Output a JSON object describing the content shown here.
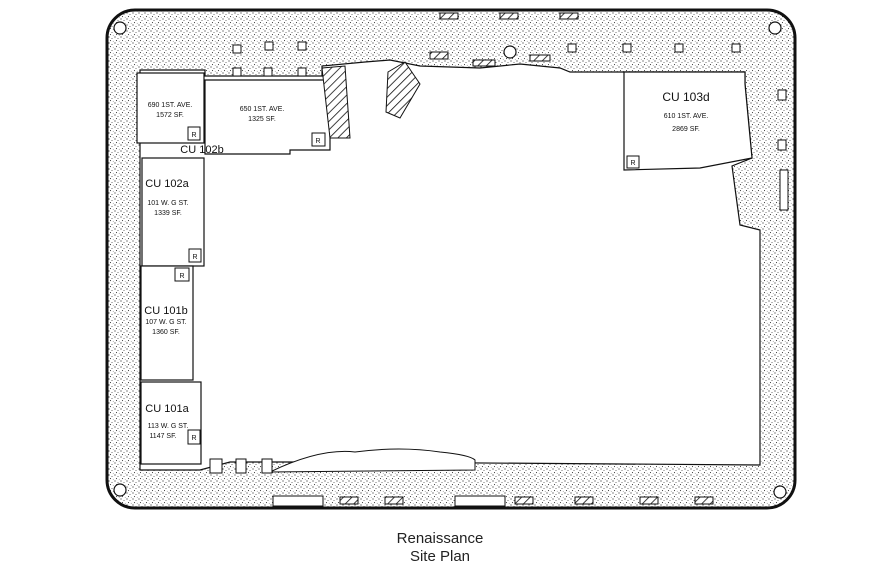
{
  "caption": {
    "line1": "Renaissance",
    "line2": "Site Plan"
  },
  "units": [
    {
      "id": "cu-tl",
      "name": "",
      "address": "690 1ST. AVE.",
      "area": "1572 SF."
    },
    {
      "id": "cu-102b",
      "name": "CU 102b",
      "address": "650 1ST. AVE.",
      "area": "1325 SF."
    },
    {
      "id": "cu-102a",
      "name": "CU 102a",
      "address": "101 W. G ST.",
      "area": "1339 SF."
    },
    {
      "id": "cu-101b",
      "name": "CU 101b",
      "address": "107 W. G ST.",
      "area": "1360 SF."
    },
    {
      "id": "cu-101a",
      "name": "CU 101a",
      "address": "113 W. G ST.",
      "area": "1147 SF."
    },
    {
      "id": "cu-103d",
      "name": "CU 103d",
      "address": "610 1ST. AVE.",
      "area": "2869 SF."
    }
  ],
  "restroom_label": "R",
  "colors": {
    "stipple": "#3a3a3a",
    "border": "#111111",
    "background": "#ffffff"
  }
}
